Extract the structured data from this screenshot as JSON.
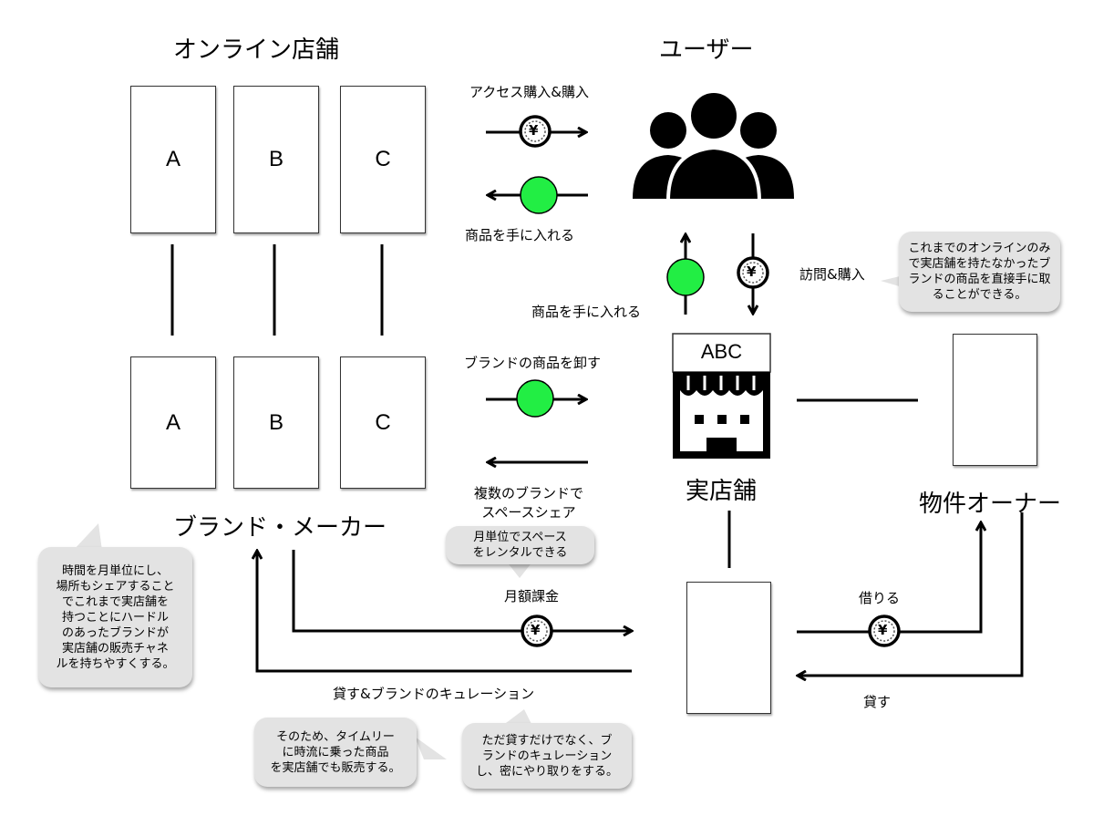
{
  "titles": {
    "online_stores": "オンライン店舗",
    "users": "ユーザー",
    "brands_makers": "ブランド・メーカー",
    "real_store": "実店舗",
    "property_owner": "物件オーナー"
  },
  "online_store_boxes": [
    "A",
    "B",
    "C"
  ],
  "brand_boxes": [
    "A",
    "B",
    "C"
  ],
  "store_sign": "ABC",
  "flows": {
    "access_purchase": "アクセス購入&購入",
    "get_products_top": "商品を手に入れる",
    "get_products_store": "商品を手に入れる",
    "visit_purchase": "訪問&購入",
    "wholesale": "ブランドの商品を卸す",
    "space_share": "複数のブランドで\nスペースシェア",
    "monthly_fee": "月額課金",
    "lend_curation": "貸す&ブランドのキュレーション",
    "rent": "借りる",
    "lend": "貸す"
  },
  "bubbles": {
    "online_only": "これまでのオンラインのみ\nで実店舗を持たなかったブ\nランドの商品を直接手に取\nることができる。",
    "monthly_rental": "月単位でスペース\nをレンタルできる",
    "share_time_place": "時間を月単位にし、\n場所もシェアすること\nでこれまで実店舗を\n持つことにハードル\nのあったブランドが\n実店舗の販売チャネ\nルを持ちやすくする。",
    "timely": "そのため、タイムリー\nに時流に乗った商品\nを実店舗でも販売する。",
    "curation": "ただ貸すだけでなく、ブ\nランドのキュレーション\nし、密にやり取りをする。"
  },
  "icons": {
    "yen_symbol": "¥",
    "money": "yen-coin-icon",
    "goods": "green-circle-icon",
    "users": "users-group-icon",
    "store": "storefront-icon"
  },
  "colors": {
    "goods_green": "#22ee44",
    "bubble_gray": "#e3e3e3",
    "line_black": "#000000"
  }
}
